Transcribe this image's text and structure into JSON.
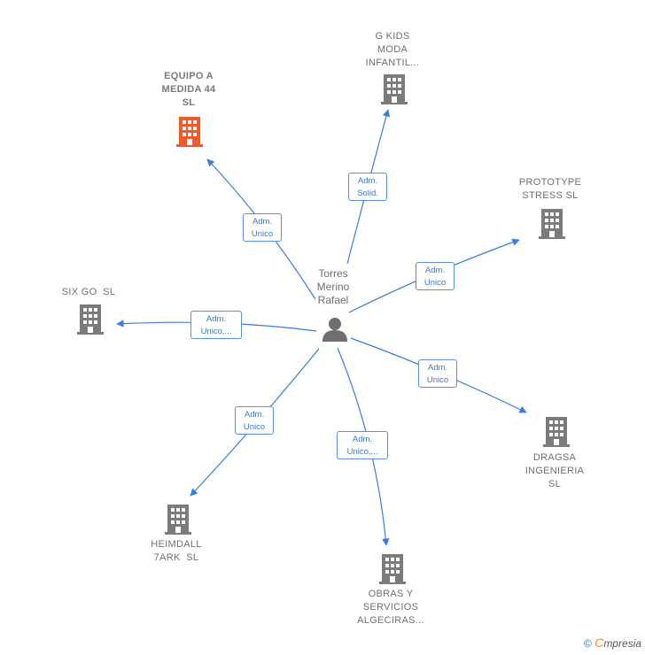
{
  "person": {
    "label_lines": [
      "Torres",
      "Merino",
      "Rafael"
    ],
    "icon": "person-icon"
  },
  "companies": [
    {
      "id": "equipo",
      "lines": [
        "EQUIPO A",
        "MEDIDA 44",
        "SL"
      ],
      "highlight": true,
      "color": "#f05a28"
    },
    {
      "id": "gkids",
      "lines": [
        "G KIDS",
        "MODA",
        "INFANTIL..."
      ],
      "highlight": false,
      "color": "#7b7b7b"
    },
    {
      "id": "prototype",
      "lines": [
        "PROTOTYPE",
        "STRESS SL"
      ],
      "highlight": false,
      "color": "#7b7b7b"
    },
    {
      "id": "sixgo",
      "lines": [
        "SIX GO  SL"
      ],
      "highlight": false,
      "color": "#7b7b7b"
    },
    {
      "id": "dragsa",
      "lines": [
        "DRAGSA",
        "INGENIERIA",
        "SL"
      ],
      "highlight": false,
      "color": "#7b7b7b"
    },
    {
      "id": "heimdall",
      "lines": [
        "HEIMDALL",
        "7ARK  SL"
      ],
      "highlight": false,
      "color": "#7b7b7b"
    },
    {
      "id": "obras",
      "lines": [
        "OBRAS Y",
        "SERVICIOS",
        "ALGECIRAS..."
      ],
      "highlight": false,
      "color": "#7b7b7b"
    }
  ],
  "edges": [
    {
      "target": "equipo",
      "lines": [
        "Adm.",
        "Unico"
      ]
    },
    {
      "target": "gkids",
      "lines": [
        "Adm.",
        "Solid."
      ]
    },
    {
      "target": "prototype",
      "lines": [
        "Adm.",
        "Unico"
      ]
    },
    {
      "target": "sixgo",
      "lines": [
        "Adm.",
        "Unico,..."
      ]
    },
    {
      "target": "dragsa",
      "lines": [
        "Adm.",
        "Unico"
      ]
    },
    {
      "target": "heimdall",
      "lines": [
        "Adm.",
        "Unico"
      ]
    },
    {
      "target": "obras",
      "lines": [
        "Adm.",
        "Unico,..."
      ]
    }
  ],
  "colors": {
    "edge": "#3b7ddd",
    "building": "#7b7b7b",
    "highlight": "#f05a28",
    "person": "#6f6f6f"
  },
  "footer": {
    "copyright": "©",
    "brand_first": "C",
    "brand_rest": "mpresia"
  }
}
